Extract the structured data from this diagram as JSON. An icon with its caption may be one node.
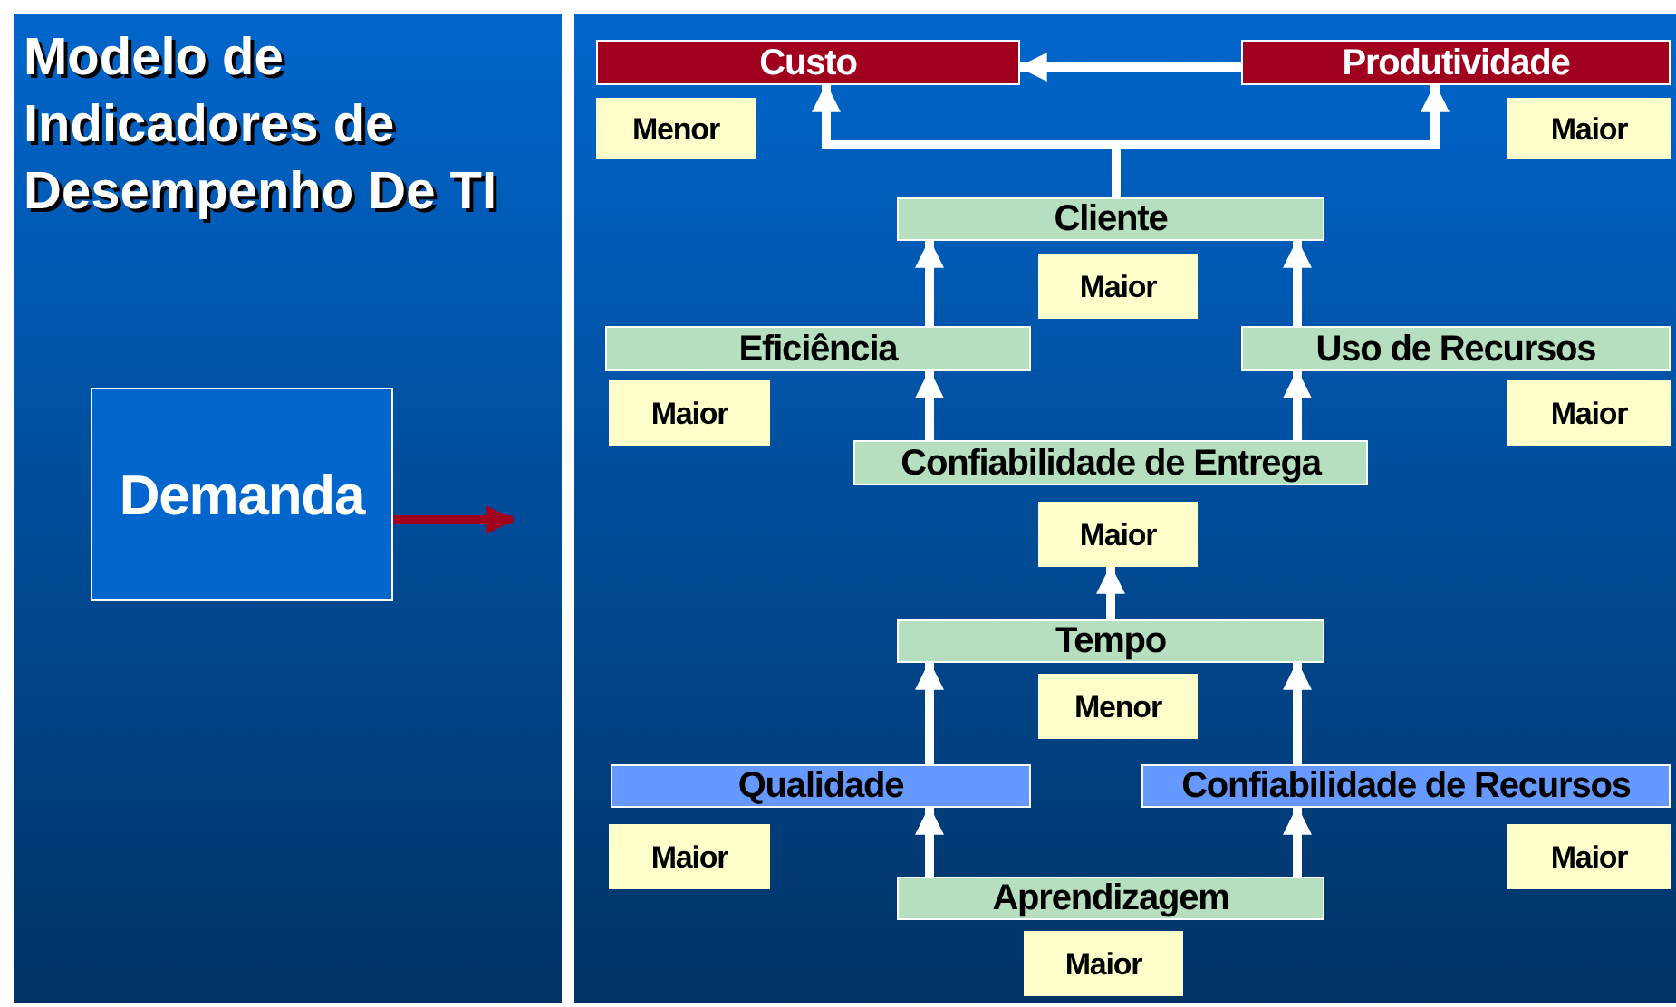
{
  "diagram": {
    "title": "Modelo de Indicadores de Desempenho De TI",
    "nodes": [
      {
        "text": [
          "Demanda"
        ]
      },
      {
        "text": [
          "Custo"
        ]
      },
      {
        "text": [
          "Menor"
        ]
      },
      {
        "text": [
          "Produtividade"
        ]
      },
      {
        "text": [
          "Maior"
        ]
      },
      {
        "text": [
          "Cliente"
        ]
      },
      {
        "text": [
          "Maior"
        ]
      },
      {
        "text": [
          "Eficiência"
        ]
      },
      {
        "text": [
          "Maior"
        ]
      },
      {
        "text": [
          "Uso de Recursos"
        ]
      },
      {
        "text": [
          "Maior"
        ]
      },
      {
        "text": [
          "Confiabilidade de Entrega"
        ]
      },
      {
        "text": [
          "Maior"
        ]
      },
      {
        "text": [
          "Tempo"
        ]
      },
      {
        "text": [
          "Menor"
        ]
      },
      {
        "text": [
          "Qualidade"
        ]
      },
      {
        "text": [
          "Confiabilidade de Recursos"
        ]
      },
      {
        "text": [
          "Maior"
        ]
      },
      {
        "text": [
          "Maior"
        ]
      },
      {
        "text": [
          "Aprendizagem"
        ]
      },
      {
        "text": [
          "Maior"
        ]
      }
    ],
    "edges": [
      {
        "from": 0,
        "to": null,
        "arrow": "to",
        "color": "#a0001e"
      },
      {
        "from": 3,
        "to": 1,
        "arrow": "to"
      },
      {
        "from": 5,
        "to": 1,
        "arrow": "to"
      },
      {
        "from": 5,
        "to": 3,
        "arrow": "to"
      },
      {
        "from": 7,
        "to": 5,
        "arrow": "to"
      },
      {
        "from": 9,
        "to": 5,
        "arrow": "to"
      },
      {
        "from": 11,
        "to": 7,
        "arrow": "to"
      },
      {
        "from": 11,
        "to": 9,
        "arrow": "to"
      },
      {
        "from": 13,
        "to": 12,
        "arrow": "to"
      },
      {
        "from": 15,
        "to": 13,
        "arrow": "to"
      },
      {
        "from": 16,
        "to": 13,
        "arrow": "to"
      },
      {
        "from": 19,
        "to": 15,
        "arrow": "to"
      },
      {
        "from": 19,
        "to": 16,
        "arrow": "to"
      }
    ]
  }
}
